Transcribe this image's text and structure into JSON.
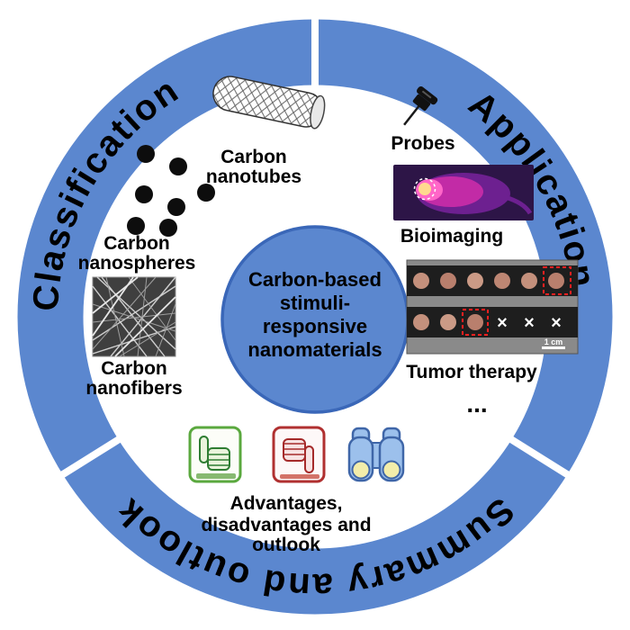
{
  "colors": {
    "ring": "#5b87cf",
    "center_fill": "#5b87cf",
    "center_stroke": "#3a67b8",
    "divider": "#ffffff",
    "text": "#000000",
    "thumbs_up_green": "#3f8a35",
    "thumbs_down_red": "#b03030",
    "binoculars_blue": "#8fb6e8",
    "bioimaging_magenta": "#c22ba6",
    "tumor_dashed_red": "#ff2020"
  },
  "ring": {
    "classification_label": "Classification",
    "application_label": "Application",
    "summary_label": "Summary and outlook"
  },
  "center": {
    "line1": "Carbon-based",
    "line2": "stimuli-",
    "line3": "responsive",
    "line4": "nanomaterials"
  },
  "classification": {
    "nanotubes_line1": "Carbon",
    "nanotubes_line2": "nanotubes",
    "nanospheres_line1": "Carbon",
    "nanospheres_line2": "nanospheres",
    "nanofibers_line1": "Carbon",
    "nanofibers_line2": "nanofibers"
  },
  "application": {
    "probes_label": "Probes",
    "bioimaging_label": "Bioimaging",
    "tumor_label": "Tumor therapy",
    "tumor_x_mark": "×",
    "tumor_scale_bar": "1 cm",
    "ellipsis": "..."
  },
  "summary": {
    "line1": "Advantages,",
    "line2": "disadvantages and",
    "line3": "outlook"
  },
  "icons": {
    "nanotube": "carbon-nanotube-icon",
    "nanospheres": "carbon-nanospheres-icon",
    "nanofibers": "carbon-nanofibers-image",
    "probes": "push-pin-icon",
    "bioimaging": "thermal-mouse-image",
    "tumor_therapy": "tumor-photo-image",
    "thumbs_up": "thumbs-up-icon",
    "thumbs_down": "thumbs-down-icon",
    "binoculars": "binoculars-icon"
  }
}
